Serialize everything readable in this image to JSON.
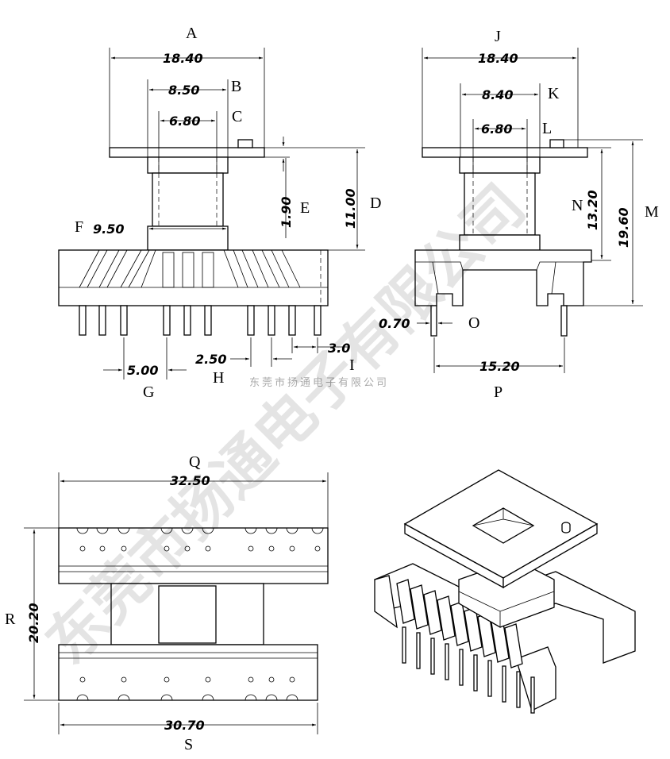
{
  "watermark": {
    "large": "东莞市扬通电子有限公司",
    "small": "东莞市扬通电子有限公司"
  },
  "front_view": {
    "labels": {
      "A": "A",
      "B": "B",
      "C": "C",
      "D": "D",
      "E": "E",
      "F": "F",
      "G": "G",
      "H": "H",
      "I": "I"
    },
    "dims": {
      "A": "18.40",
      "B": "8.50",
      "C": "6.80",
      "D": "11.00",
      "E": "1.90",
      "F": "9.50",
      "G": "5.00",
      "H": "2.50",
      "I": "3.0"
    }
  },
  "side_view": {
    "labels": {
      "J": "J",
      "K": "K",
      "L": "L",
      "M": "M",
      "N": "N",
      "O": "O",
      "P": "P"
    },
    "dims": {
      "J": "18.40",
      "K": "8.40",
      "L": "6.80",
      "M": "19.60",
      "N": "13.20",
      "O": "0.70",
      "P": "15.20"
    }
  },
  "top_view": {
    "labels": {
      "Q": "Q",
      "R": "R",
      "S": "S"
    },
    "dims": {
      "Q": "32.50",
      "R": "20.20",
      "S": "30.70"
    }
  }
}
